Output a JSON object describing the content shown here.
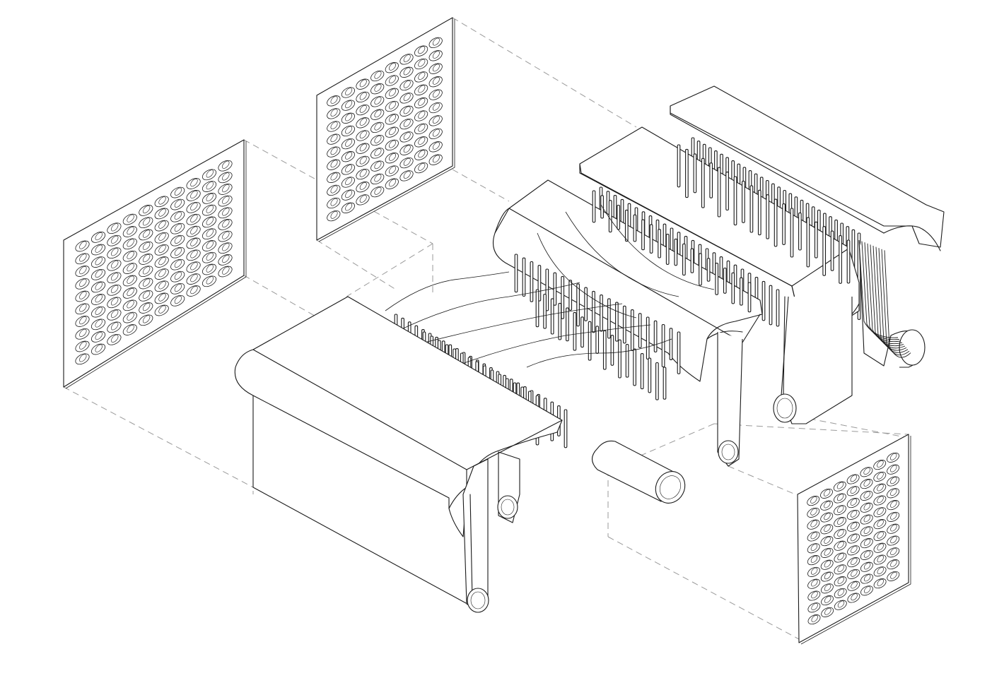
{
  "diagram": {
    "kind": "exploded isometric line drawing",
    "colors": {
      "line": "#1a1a1a",
      "guide": "#9a9a9a",
      "background": "#ffffff"
    },
    "components": [
      {
        "id": "perforated-panel-left",
        "type": "perforated-plate",
        "rows": 10,
        "cols": 10
      },
      {
        "id": "perforated-panel-top",
        "type": "perforated-plate",
        "rows": 10,
        "cols": 8
      },
      {
        "id": "perforated-panel-bottom-right",
        "type": "perforated-plate",
        "rows": 11,
        "cols": 7
      },
      {
        "id": "drum-tube-module-front",
        "type": "drum-with-tube-bank"
      },
      {
        "id": "drum-tube-module-middle",
        "type": "drum-with-tube-bank"
      },
      {
        "id": "drum-tube-module-back-center",
        "type": "drum-with-tube-bank"
      },
      {
        "id": "drum-tube-module-back-right",
        "type": "drum-with-tube-bank"
      },
      {
        "id": "header-cylinder",
        "type": "cylinder"
      }
    ]
  }
}
